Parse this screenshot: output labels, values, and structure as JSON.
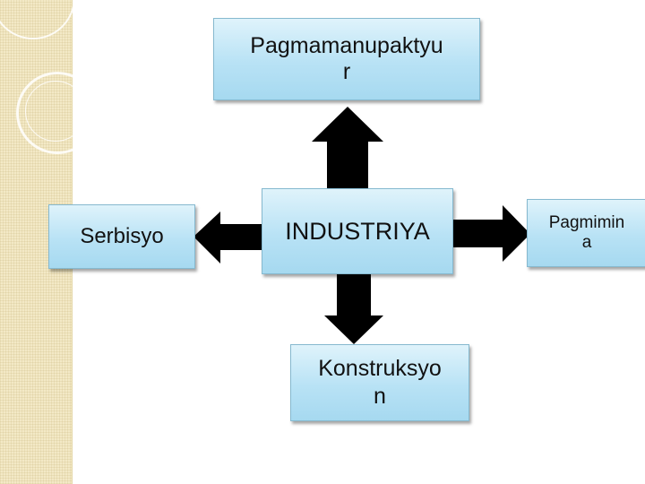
{
  "diagram": {
    "top_label": "Pagmamanupaktyu\nr",
    "left_label": "Serbisyo",
    "center_label": "INDUSTRIYA",
    "right_label": "Pagmimin\na",
    "bottom_label": "Konstruksyo\nn"
  },
  "colors": {
    "box_fill": "#b8e2f5",
    "arrow_fill": "#000000",
    "side_band": "#f3e9c6"
  }
}
